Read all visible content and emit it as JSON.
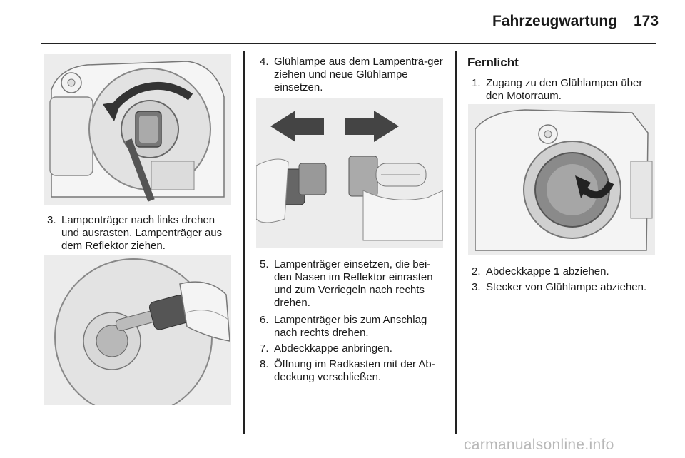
{
  "header": {
    "title": "Fahrzeugwartung",
    "page_number": "173"
  },
  "column1": {
    "step3": {
      "num": "3.",
      "text": "Lampenträger nach links drehen und ausrasten. Lampenträger aus dem Reflektor ziehen."
    }
  },
  "column2": {
    "step4": {
      "num": "4.",
      "text": "Glühlampe aus dem Lampenträ-ger ziehen und neue Glühlampe einsetzen."
    },
    "step5": {
      "num": "5.",
      "text": "Lampenträger einsetzen, die bei-den Nasen im Reflektor einrasten und zum Verriegeln nach rechts drehen."
    },
    "step6": {
      "num": "6.",
      "text": "Lampenträger bis zum Anschlag nach rechts drehen."
    },
    "step7": {
      "num": "7.",
      "text": "Abdeckkappe anbringen."
    },
    "step8": {
      "num": "8.",
      "text": "Öffnung im Radkasten mit der Ab-deckung verschließen."
    }
  },
  "column3": {
    "heading": "Fernlicht",
    "step1": {
      "num": "1.",
      "text": "Zugang zu den Glühlampen über den Motorraum."
    },
    "step2": {
      "num": "2.",
      "prefix": "Abdeckkappe ",
      "bold": "1",
      "suffix": " abziehen."
    },
    "step3": {
      "num": "3.",
      "text": "Stecker von Glühlampe abziehen."
    }
  },
  "watermark": "carmanualsonline.info"
}
